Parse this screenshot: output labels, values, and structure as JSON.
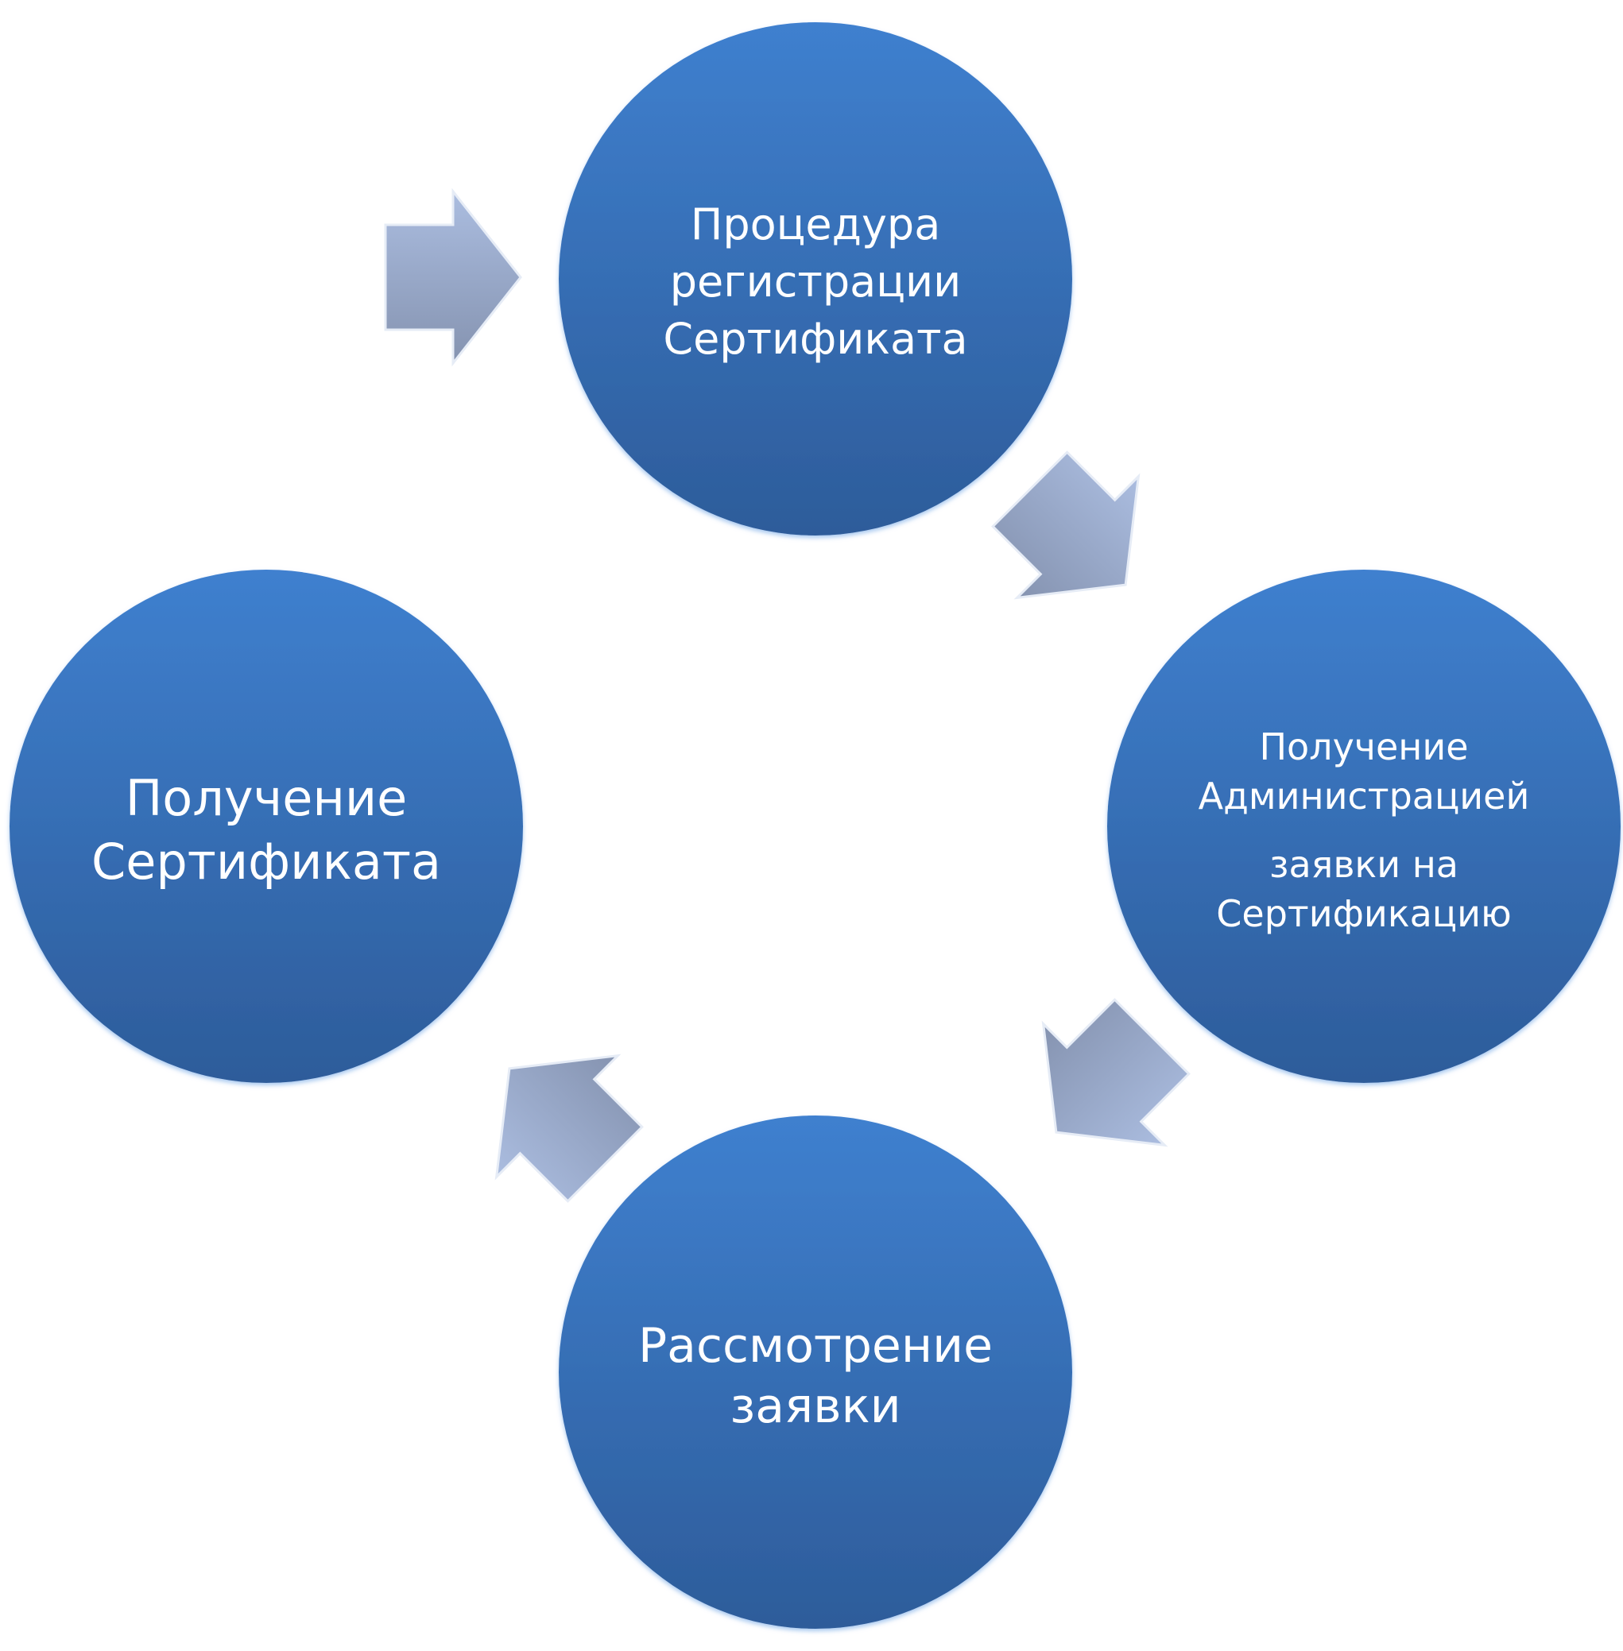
{
  "colors": {
    "circle_top": "#3f80cf",
    "circle_bottom": "#2d5c9a",
    "arrow_top": "#a9bbdf",
    "arrow_bottom": "#8896b3"
  },
  "nodes": [
    {
      "lines": [
        "Процедура",
        "регистрации",
        "Сертификата"
      ]
    },
    {
      "lines": [
        "Получение",
        "Администрацией",
        "заявки на",
        "Сертификацию"
      ]
    },
    {
      "lines": [
        "Рассмотрение",
        "заявки"
      ]
    },
    {
      "lines": [
        "Получение",
        "Сертификата"
      ]
    }
  ]
}
